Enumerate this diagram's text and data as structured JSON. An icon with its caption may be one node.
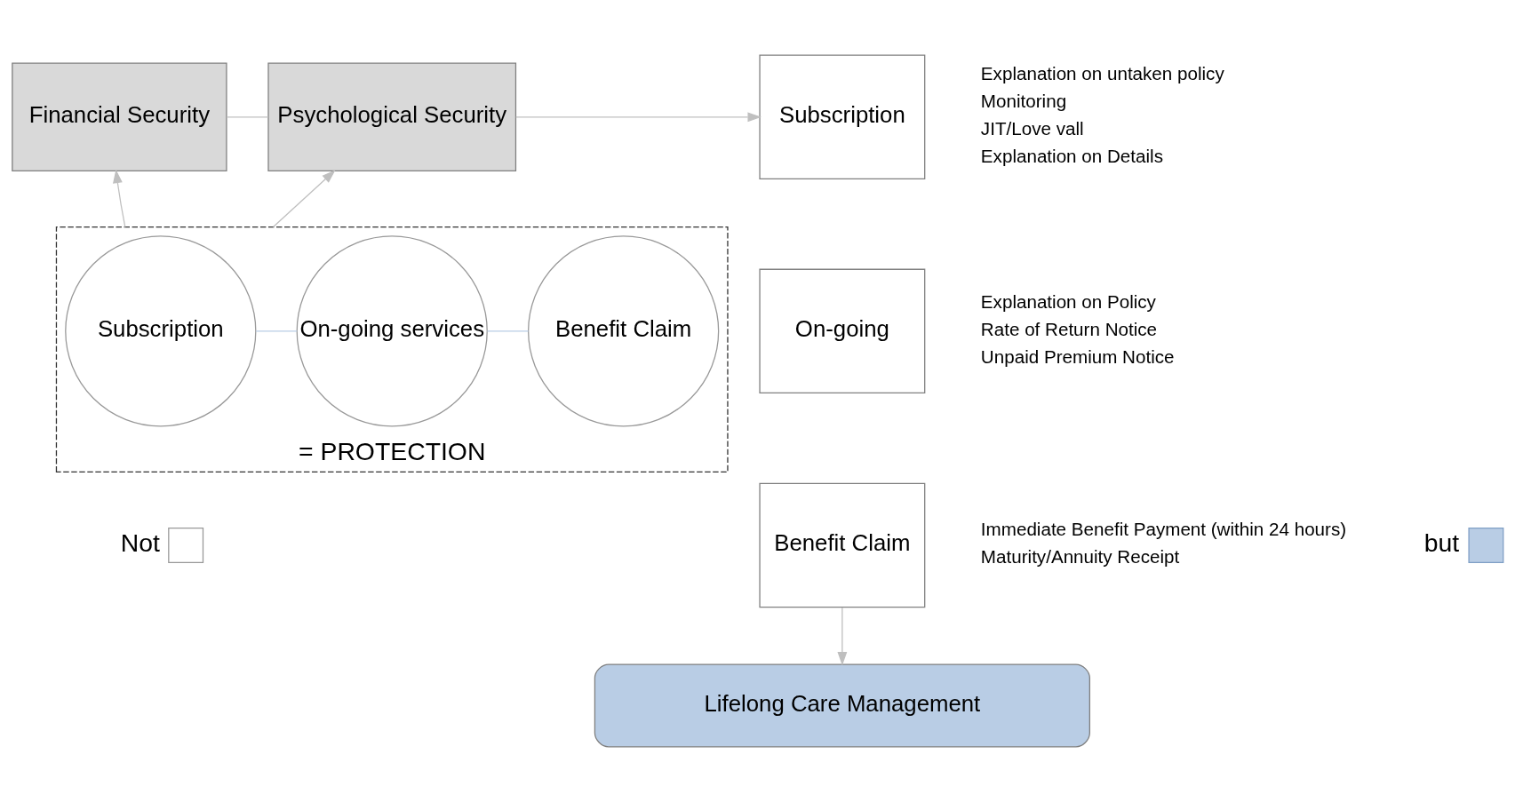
{
  "diagram": {
    "nodes": [
      {
        "text": [
          "Financial Security"
        ]
      },
      {
        "text": [
          "Psychological Security"
        ]
      },
      {
        "text": [
          "= PROTECTION"
        ]
      },
      {
        "text": [
          "Subscription"
        ],
        "in": 2
      },
      {
        "text": [
          "On-going services"
        ],
        "in": 2
      },
      {
        "text": [
          "Benefit Claim"
        ],
        "in": 2
      },
      {
        "text": [
          "Subscription"
        ],
        "beside": [
          "Explanation on untaken policy",
          "Monitoring",
          "JIT/Love vall",
          "Explanation on Details"
        ]
      },
      {
        "text": [
          "On-going"
        ],
        "beside": [
          "Explanation on Policy",
          "Rate of Return Notice",
          "Unpaid Premium Notice"
        ]
      },
      {
        "text": [
          "Benefit Claim"
        ],
        "beside": [
          "Immediate Benefit Payment (within 24 hours)",
          "Maturity/Annuity Receipt"
        ]
      },
      {
        "text": [
          "Lifelong Care Management"
        ]
      }
    ],
    "edges": [
      {
        "from": 0,
        "to": 1,
        "arrow": "none"
      },
      {
        "from": 3,
        "to": 4,
        "arrow": "none"
      },
      {
        "from": 4,
        "to": 5,
        "arrow": "none"
      },
      {
        "from": 2,
        "to": 0,
        "arrow": "to"
      },
      {
        "from": 2,
        "to": 1,
        "arrow": "to"
      },
      {
        "from": 1,
        "to": 6,
        "arrow": "to"
      },
      {
        "from": 8,
        "to": 9,
        "arrow": "to"
      }
    ],
    "legend": [
      {
        "text": "Not"
      },
      {
        "text": "but"
      }
    ]
  }
}
